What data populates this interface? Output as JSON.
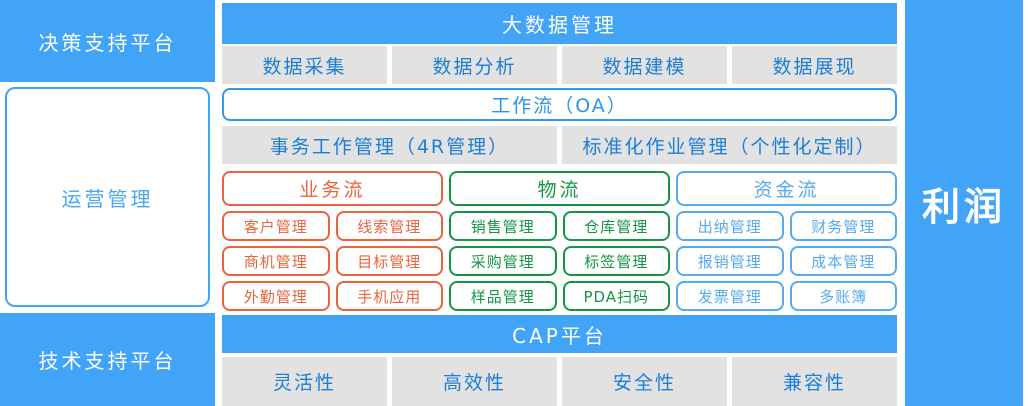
{
  "colors": {
    "main_blue": "#41a4f6",
    "gray_box": "#e2e2e2",
    "gray_box_text": "#1d7ed6",
    "workflow_blue": "#2e93e8",
    "business_orange": "#e8643e",
    "logistics_green": "#169645",
    "capital_lightblue": "#57abec",
    "profit_text": "#ffffff"
  },
  "left": {
    "top": "决策支持平台",
    "middle": "运营管理",
    "bottom": "技术支持平台"
  },
  "right": {
    "label": "利润"
  },
  "top_section": {
    "header": "大数据管理",
    "items": [
      "数据采集",
      "数据分析",
      "数据建模",
      "数据展现"
    ]
  },
  "workflow": {
    "title": "工作流（OA）",
    "subitems": [
      "事务工作管理（4R管理）",
      "标准化作业管理（个性化定制）"
    ]
  },
  "flows": [
    {
      "name": "业务流",
      "color": "#e8643e",
      "items": [
        "客户管理",
        "线索管理",
        "商机管理",
        "目标管理",
        "外勤管理",
        "手机应用"
      ]
    },
    {
      "name": "物流",
      "color": "#169645",
      "items": [
        "销售管理",
        "仓库管理",
        "采购管理",
        "标签管理",
        "样品管理",
        "PDA扫码"
      ]
    },
    {
      "name": "资金流",
      "color": "#57abec",
      "items": [
        "出纳管理",
        "财务管理",
        "报销管理",
        "成本管理",
        "发票管理",
        "多账簿"
      ]
    }
  ],
  "bottom_section": {
    "header": "CAP平台",
    "items": [
      "灵活性",
      "高效性",
      "安全性",
      "兼容性"
    ]
  }
}
